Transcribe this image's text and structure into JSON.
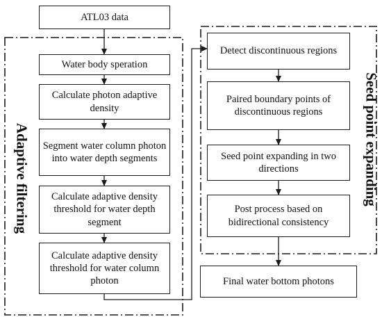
{
  "diagram": {
    "nodes": {
      "atl03": "ATL03 data",
      "water_body": "Water body speration",
      "photon_density": "Calculate photon adaptive density",
      "segment": "Segment water column photon into water depth segments",
      "threshold_segment": "Calculate adaptive density threshold for water depth segment",
      "threshold_photon": "Calculate adaptive density threshold for water column photon",
      "detect": "Detect discontinuous regions",
      "paired": "Paired boundary points of discontinuous regions",
      "seed_expand": "Seed point expanding in two directions",
      "post_process": "Post process based on bidirectional consistency",
      "final": "Final water bottom photons"
    },
    "groups": {
      "left": "Adaptive filtering",
      "right": "Seed point expanding"
    }
  }
}
